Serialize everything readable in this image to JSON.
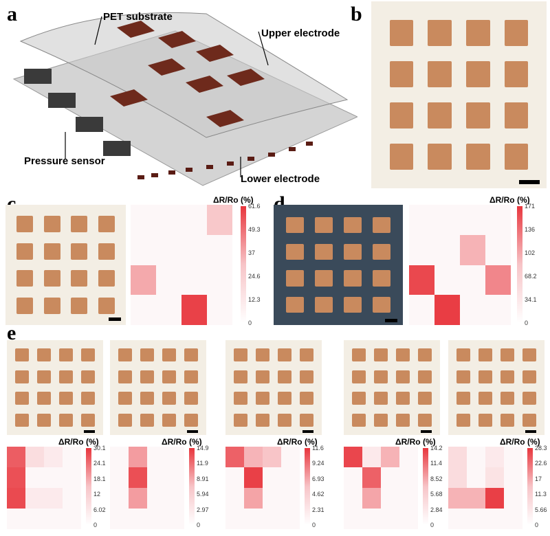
{
  "panels": {
    "a": {
      "letter": "a",
      "labels": {
        "pet": "PET substrate",
        "upper": "Upper electrode",
        "pressure": "Pressure sensor",
        "lower": "Lower electrode"
      }
    },
    "b": {
      "letter": "b"
    },
    "c": {
      "letter": "c"
    },
    "d": {
      "letter": "d"
    },
    "e": {
      "letter": "e"
    }
  },
  "colorbar_title": "ΔR/Ro (%)",
  "colors": {
    "heat_max": "#e8363d",
    "heat_min": "#ffffff",
    "copper": "#c98a5e",
    "board": "#f3eee4"
  },
  "chart_data": [
    {
      "id": "c",
      "type": "heatmap",
      "grid": [
        4,
        4
      ],
      "values": [
        [
          0,
          0,
          0,
          15
        ],
        [
          0,
          0,
          0,
          0
        ],
        [
          25,
          0,
          0,
          0
        ],
        [
          0,
          0,
          58,
          0
        ]
      ],
      "ticks": [
        "61.6",
        "49.3",
        "37",
        "24.6",
        "12.3",
        "0"
      ],
      "vmax": 61.6
    },
    {
      "id": "d",
      "type": "heatmap",
      "grid": [
        4,
        4
      ],
      "values": [
        [
          0,
          0,
          0,
          0
        ],
        [
          0,
          0,
          60,
          0
        ],
        [
          155,
          0,
          0,
          100
        ],
        [
          0,
          165,
          0,
          0
        ]
      ],
      "ticks": [
        "171",
        "136",
        "102",
        "68.2",
        "34.1",
        "0"
      ],
      "vmax": 171
    },
    {
      "id": "e1",
      "type": "heatmap",
      "grid": [
        4,
        4
      ],
      "values": [
        [
          24,
          4,
          2,
          0
        ],
        [
          26,
          0,
          0,
          0
        ],
        [
          27,
          2,
          2,
          0
        ],
        [
          0,
          0,
          0,
          0
        ]
      ],
      "ticks": [
        "30.1",
        "24.1",
        "18.1",
        "12",
        "6.02",
        "0"
      ],
      "vmax": 30.1
    },
    {
      "id": "e2",
      "type": "heatmap",
      "grid": [
        4,
        4
      ],
      "values": [
        [
          0,
          7,
          0,
          0
        ],
        [
          0,
          13,
          0,
          0
        ],
        [
          0,
          7,
          0,
          0
        ],
        [
          0,
          0,
          0,
          0
        ]
      ],
      "ticks": [
        "14.9",
        "11.9",
        "8.91",
        "5.94",
        "2.97",
        "0"
      ],
      "vmax": 14.9
    },
    {
      "id": "e3",
      "type": "heatmap",
      "grid": [
        4,
        4
      ],
      "values": [
        [
          9,
          4,
          3,
          0
        ],
        [
          0,
          11,
          0,
          0
        ],
        [
          0,
          5,
          0,
          0
        ],
        [
          0,
          0,
          0,
          0
        ]
      ],
      "ticks": [
        "11.6",
        "9.24",
        "6.93",
        "4.62",
        "2.31",
        "0"
      ],
      "vmax": 11.6
    },
    {
      "id": "e4",
      "type": "heatmap",
      "grid": [
        4,
        4
      ],
      "values": [
        [
          13,
          1,
          5,
          0
        ],
        [
          0,
          11,
          0,
          0
        ],
        [
          0,
          6,
          0,
          0
        ],
        [
          0,
          0,
          0,
          0
        ]
      ],
      "ticks": [
        "14.2",
        "11.4",
        "8.52",
        "5.68",
        "2.84",
        "0"
      ],
      "vmax": 14.2
    },
    {
      "id": "e5",
      "type": "heatmap",
      "grid": [
        4,
        4
      ],
      "values": [
        [
          4,
          0,
          2,
          0
        ],
        [
          4,
          0,
          3,
          0
        ],
        [
          10,
          10,
          27,
          0
        ],
        [
          0,
          0,
          0,
          0
        ]
      ],
      "ticks": [
        "28.3",
        "22.6",
        "17",
        "11.3",
        "5.66",
        "0"
      ],
      "vmax": 28.3
    }
  ]
}
